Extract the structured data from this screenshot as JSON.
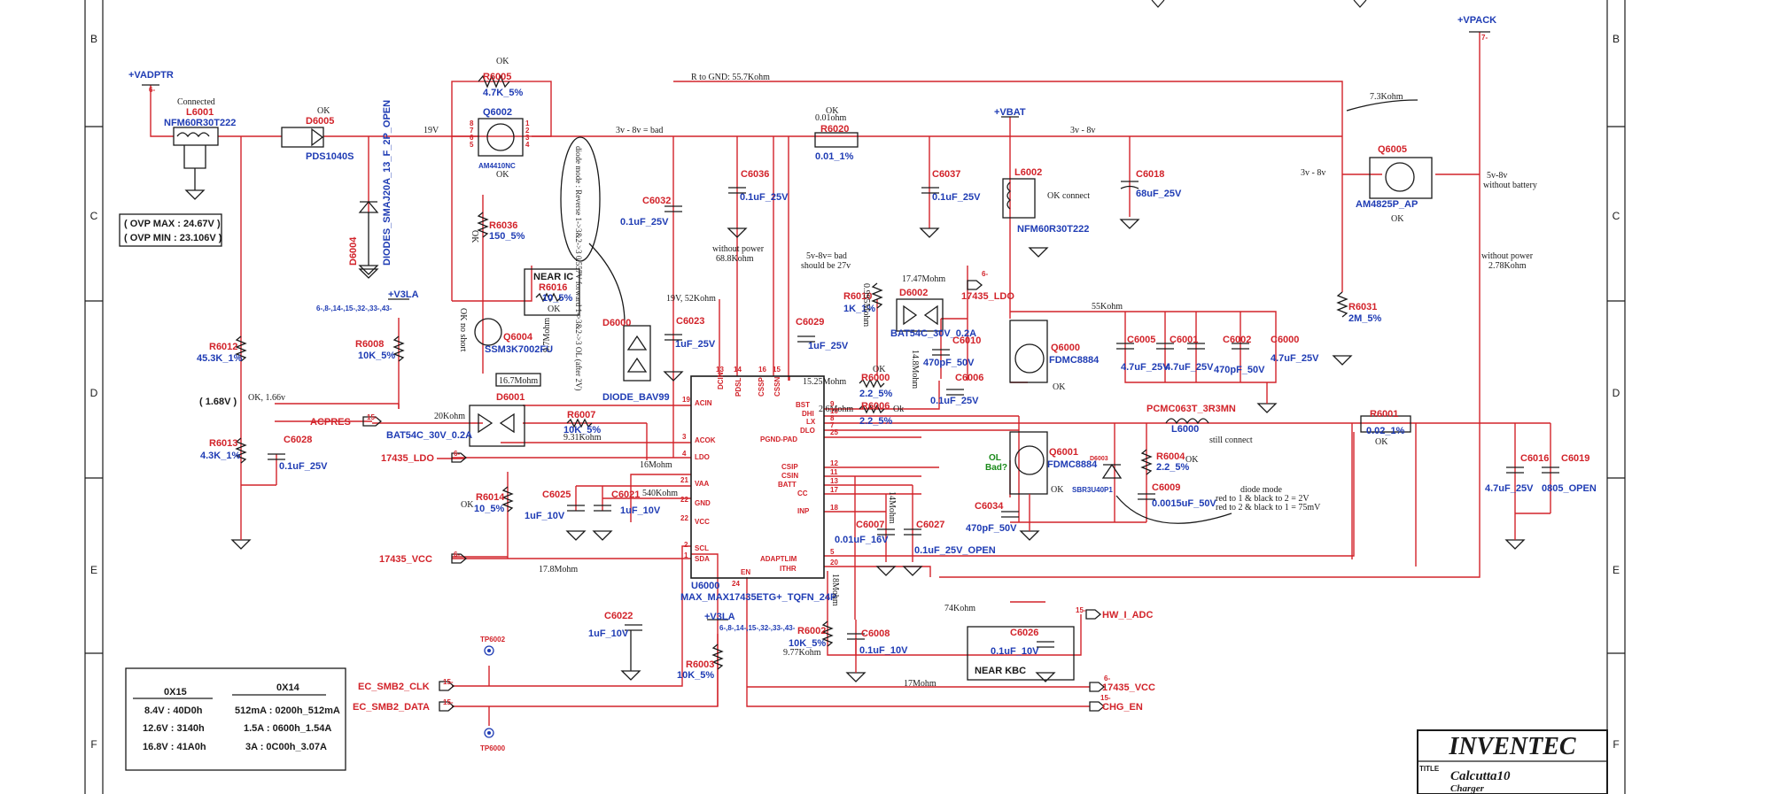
{
  "border": {
    "rows": [
      "B",
      "C",
      "D",
      "E",
      "F"
    ]
  },
  "nets": {
    "vadptr": "+VADPTR",
    "vbat": "+VBAT",
    "vpack": "+VPACK",
    "v3la_1": "+V3LA",
    "v3la_1_refs": "6-,8-,14-,15-,32-,33-,43-",
    "v3la_2": "+V3LA",
    "v3la_2_refs": "6-,8-,14-,15-,32-,33-,43-",
    "acpres": "ACPRES",
    "ldo_17435": "17435_LDO",
    "vcc_17435": "17435_VCC",
    "ldo_17435_right": "17435_LDO",
    "vcc_17435_right": "17435_VCC",
    "ec_smb2_clk": "EC_SMB2_CLK",
    "ec_smb2_data": "EC_SMB2_DATA",
    "hw_i_adc": "HW_I_ADC",
    "chg_en": "CHG_EN",
    "off_acpres": "15-",
    "off_ldo": "6-",
    "off_vcc": "6-",
    "off_clk": "15-",
    "off_data": "15-",
    "off_hw": "15-",
    "off_vcc_r": "6-",
    "off_chg": "15-",
    "off_ldo_r": "6-",
    "off_vadptr": "6-",
    "off_vpack": "7-"
  },
  "components": {
    "l6001": {
      "ref": "L6001",
      "value": "NFM60R30T222",
      "note": "Connected"
    },
    "d6005": {
      "ref": "D6005",
      "value": "PDS1040S",
      "note": "OK"
    },
    "d6004": {
      "ref": "D6004",
      "value": "DIODES_SMAJ20A_13_F_2P_OPEN"
    },
    "r6005": {
      "ref": "R6005",
      "value": "4.7K_5%",
      "note": "OK"
    },
    "q6002": {
      "ref": "Q6002",
      "value": "AM4410NC",
      "note": "OK"
    },
    "r6036": {
      "ref": "R6036",
      "value": "150_5%",
      "note": "OK"
    },
    "r6016": {
      "ref": "R6016",
      "value": "10_5%",
      "note": "OK",
      "box": "NEAR IC"
    },
    "q6004": {
      "ref": "Q6004",
      "value": "SSM3K7002FU",
      "note": "OK no short"
    },
    "r6012": {
      "ref": "R6012",
      "value": "45.3K_1%"
    },
    "r6008": {
      "ref": "R6008",
      "value": "10K_5%"
    },
    "r6013": {
      "ref": "R6013",
      "value": "4.3K_1%"
    },
    "c6028": {
      "ref": "C6028",
      "value": "0.1uF_25V"
    },
    "d6001": {
      "ref": "D6001",
      "value": "BAT54C_30V_0.2A"
    },
    "r6007": {
      "ref": "R6007",
      "value": "10K_5%"
    },
    "r6014": {
      "ref": "R6014",
      "value": "10_5%",
      "note": "OK"
    },
    "c6025": {
      "ref": "C6025",
      "value": "1uF_10V"
    },
    "c6021": {
      "ref": "C6021",
      "value": "1uF_10V"
    },
    "c6022": {
      "ref": "C6022",
      "value": "1uF_10V"
    },
    "c6032": {
      "ref": "C6032",
      "value": "0.1uF_25V"
    },
    "c6036": {
      "ref": "C6036",
      "value": "0.1uF_25V"
    },
    "d6000": {
      "ref": "D6000",
      "value": "DIODE_BAV99"
    },
    "c6023": {
      "ref": "C6023",
      "value": "1uF_25V"
    },
    "r6020": {
      "ref": "R6020",
      "value": "0.01_1%",
      "note": "OK",
      "note2": "0.01ohm"
    },
    "c6037": {
      "ref": "C6037",
      "value": "0.1uF_25V"
    },
    "l6002": {
      "ref": "L6002",
      "value": "NFM60R30T222",
      "note": "OK connect"
    },
    "c6018": {
      "ref": "C6018",
      "value": "68uF_25V"
    },
    "q6005": {
      "ref": "Q6005",
      "value": "AM4825P_AP",
      "note": "OK"
    },
    "r6010": {
      "ref": "R6010",
      "value": "1K_1%"
    },
    "c6029": {
      "ref": "C6029",
      "value": "1uF_25V"
    },
    "d6002": {
      "ref": "D6002",
      "value": "BAT54C_30V_0.2A"
    },
    "c6010": {
      "ref": "C6010",
      "value": "470pF_50V"
    },
    "c6006": {
      "ref": "C6006",
      "value": "0.1uF_25V"
    },
    "r6000": {
      "ref": "R6000",
      "value": "2.2_5%",
      "note": "OK"
    },
    "r6006": {
      "ref": "R6006",
      "value": "2.2_5%",
      "note": "Ok"
    },
    "q6000": {
      "ref": "Q6000",
      "value": "FDMC8884",
      "note": "OK"
    },
    "q6001": {
      "ref": "Q6001",
      "value": "FDMC8884",
      "note": "OK"
    },
    "c6005": {
      "ref": "C6005",
      "value": "4.7uF_25V"
    },
    "c6001": {
      "ref": "C6001",
      "value": "4.7uF_25V"
    },
    "c6002": {
      "ref": "C6002",
      "value": "470pF_50V"
    },
    "c6000": {
      "ref": "C6000",
      "value": "4.7uF_25V"
    },
    "r6031": {
      "ref": "R6031",
      "value": "2M_5%"
    },
    "l6000": {
      "ref": "L6000",
      "value": "PCMC063T_3R3MN",
      "note": "still connect"
    },
    "r6001": {
      "ref": "R6001",
      "value": "0.02_1%",
      "note": "OK"
    },
    "d6003": {
      "ref": "D6003",
      "value": "SBR3U40P1"
    },
    "r6004": {
      "ref": "R6004",
      "value": "2.2_5%",
      "note": "OK"
    },
    "c6009": {
      "ref": "C6009",
      "value": "0.0015uF_50V"
    },
    "c6034": {
      "ref": "C6034",
      "value": "470pF_50V"
    },
    "c6016": {
      "ref": "C6016",
      "value": "4.7uF_25V"
    },
    "c6019": {
      "ref": "C6019",
      "value": "0805_OPEN"
    },
    "c6007": {
      "ref": "C6007",
      "value": "0.01uF_16V"
    },
    "c6027": {
      "ref": "C6027",
      "value": "0.1uF_25V_OPEN"
    },
    "r6002": {
      "ref": "R6002",
      "value": "10K_5%",
      "note": "9.77Kohm"
    },
    "c6008": {
      "ref": "C6008",
      "value": "0.1uF_10V"
    },
    "c6026": {
      "ref": "C6026",
      "value": "0.1uF_10V",
      "box": "NEAR KBC"
    },
    "r6003": {
      "ref": "R6003",
      "value": "10K_5%"
    },
    "tp6002": {
      "ref": "TP6002"
    },
    "tp6000": {
      "ref": "TP6000"
    },
    "u6000": {
      "ref": "U6000",
      "value": "MAX_MAX17435ETG+_TQFN_24P"
    }
  },
  "ic_pins": {
    "left": [
      [
        "ACIN",
        "19"
      ],
      [
        "ACOK",
        "3"
      ],
      [
        "LDO",
        "4"
      ],
      [
        "VAA",
        "21"
      ],
      [
        "GND",
        "22"
      ],
      [
        "VCC",
        "22"
      ],
      [
        "SCL",
        "2"
      ],
      [
        "SDA",
        "1"
      ]
    ],
    "top": [
      [
        "DCIN",
        "13"
      ],
      [
        "PDSL",
        "14"
      ],
      [
        "CSSP",
        "16"
      ],
      [
        "CSSN",
        "15"
      ]
    ],
    "right": [
      [
        "BST",
        "9"
      ],
      [
        "DHI",
        "10"
      ],
      [
        "LX",
        "8"
      ],
      [
        "DLO",
        "7"
      ],
      [
        "PGND-PAD",
        "25"
      ],
      [
        "CSIP",
        "12"
      ],
      [
        "CSIN",
        "11"
      ],
      [
        "BATT",
        "13"
      ],
      [
        "CC",
        "17"
      ],
      [
        "INP",
        "18"
      ],
      [
        "ADAPTLIM",
        "5"
      ],
      [
        "ITHR",
        "20"
      ]
    ],
    "bottom": [
      [
        "EN",
        "24"
      ]
    ]
  },
  "annotations": {
    "ovp_max": "( OVP MAX : 24.67V )",
    "ovp_min": "( OVP MIN : 23.106V )",
    "v19": "19V",
    "bad_3_8": "3v - 8v = bad",
    "r_to_gnd": "R to GND: 55.7Kohm",
    "v3_8": "3v - 8v",
    "v3_8_q": "3v - 8v",
    "ohm_7_3k": "7.3Kohm",
    "v5_8": "5v-8v",
    "without_battery": "without battery",
    "diode_mode_rot": "diode mode : Reverse 1->3&2->3 0.557V forward 1->3&2->3 OL (after 2V)",
    "without_power_1": "without power",
    "without_power_1b": "68.8Kohm",
    "bad_5_8": "5v-8v= bad",
    "should_27": "should be 27v",
    "v19_52k": "19V, 52Kohm",
    "k17_47": "17.47Mohm",
    "k55": "55Kohm",
    "without_power_2": "without power",
    "without_power_2b": "2.78Kohm",
    "m0_95": "0.995Mohm",
    "m14_8": "14.8Mohm",
    "m15_25": "15.25Mohm",
    "m2_6": "2.6Mohm",
    "m9_7": "9.7Mohm",
    "m16_7": "16.7Mohm",
    "v1_68": "( 1.68V )",
    "ok_166": "OK, 1.66v",
    "k20": "20Kohm",
    "k9_31": "9.31Kohm",
    "m16": "16Mohm",
    "k540": "540Kohm",
    "m17_8": "17.8Mohm",
    "m14": "14Mohm",
    "m18": "18Mohm",
    "k74": "74Kohm",
    "m17": "17Mohm",
    "diode_mode_1": "diode mode",
    "diode_mode_2": "red to 1 & black to 2 = 2V",
    "diode_mode_3": "red to 2 & black to 1 = 75mV",
    "ol_bad": "OL",
    "ol_bad2": "Bad?"
  },
  "table": {
    "h1": "0X15",
    "h2": "0X14",
    "rows": [
      [
        "8.4V : 40D0h",
        "512mA : 0200h_512mA"
      ],
      [
        "12.6V : 3140h",
        "1.5A : 0600h_1.54A"
      ],
      [
        "16.8V : 41A0h",
        "3A : 0C00h_3.07A"
      ]
    ]
  },
  "title_block": {
    "company": "INVENTEC",
    "label": "TITLE",
    "title": "Calcutta10",
    "subtitle": "Charger"
  },
  "colors": {
    "wire": "#d2232a",
    "ref": "#d2232a",
    "value": "#1f3cb4",
    "ink": "#1a1a1a"
  }
}
